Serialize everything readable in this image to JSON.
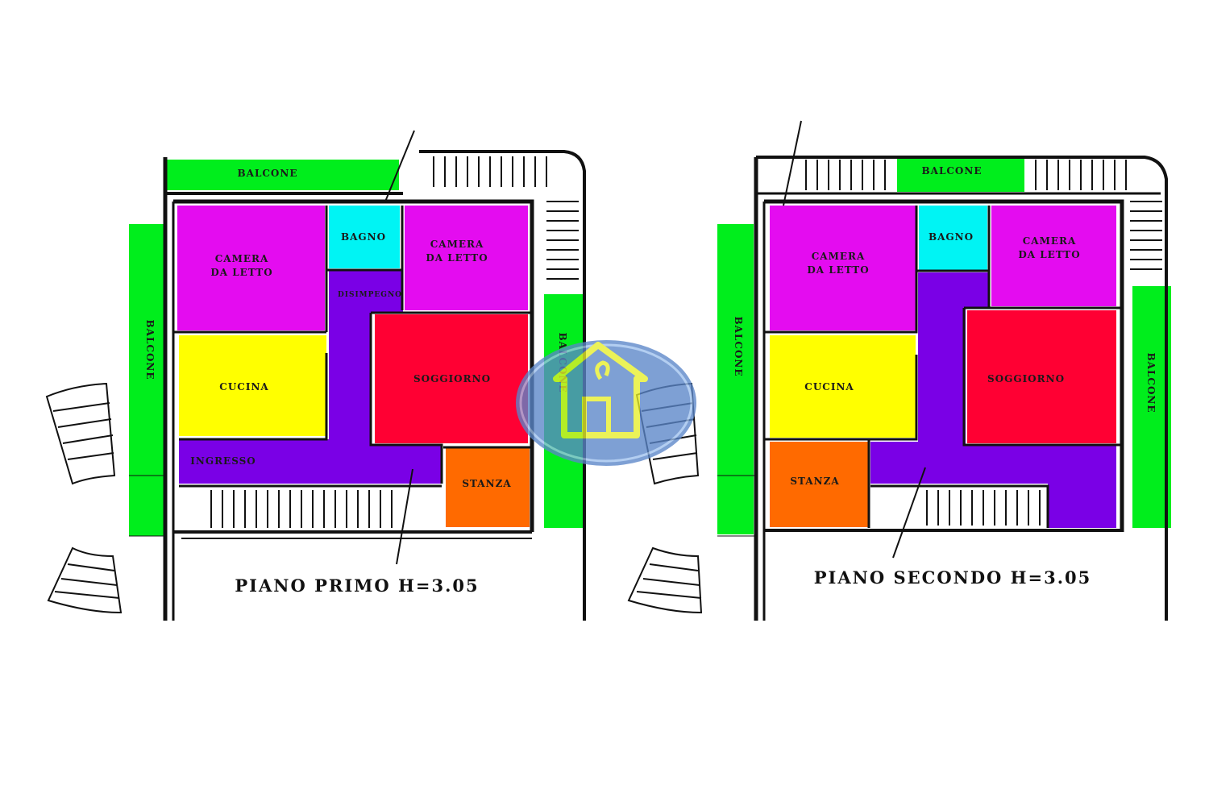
{
  "colors": {
    "balcone": "#00ee1c",
    "camera": "#e40cf0",
    "bagno": "#00f4f4",
    "cucina": "#ffff00",
    "soggiorno": "#ff0033",
    "stanza": "#ff6a00",
    "corridoio": "#7a00e6",
    "wall": "#111111"
  },
  "watermark": {
    "logo_icon": "house-logo-icon"
  },
  "floor1": {
    "title": "PIANO PRIMO H=3.05",
    "balcone_top": "BALCONE",
    "balcone_left": "BALCONE",
    "balcone_right": "BALCONE",
    "camera_left": [
      "CAMERA",
      "DA LETTO"
    ],
    "bagno": "BAGNO",
    "camera_right": [
      "CAMERA",
      "DA LETTO"
    ],
    "disimpegno": "DISIMPEGNO",
    "cucina": "CUCINA",
    "soggiorno": "SOGGIORNO",
    "ingresso": "INGRESSO",
    "stanza": "STANZA"
  },
  "floor2": {
    "title": "PIANO SECONDO H=3.05",
    "balcone_top": "BALCONE",
    "balcone_left": "BALCONE",
    "balcone_right": "BALCONE",
    "camera_left": [
      "CAMERA",
      "DA LETTO"
    ],
    "bagno": "BAGNO",
    "camera_right": [
      "CAMERA",
      "DA LETTO"
    ],
    "cucina": "CUCINA",
    "soggiorno": "SOGGIORNO",
    "stanza": "STANZA"
  }
}
